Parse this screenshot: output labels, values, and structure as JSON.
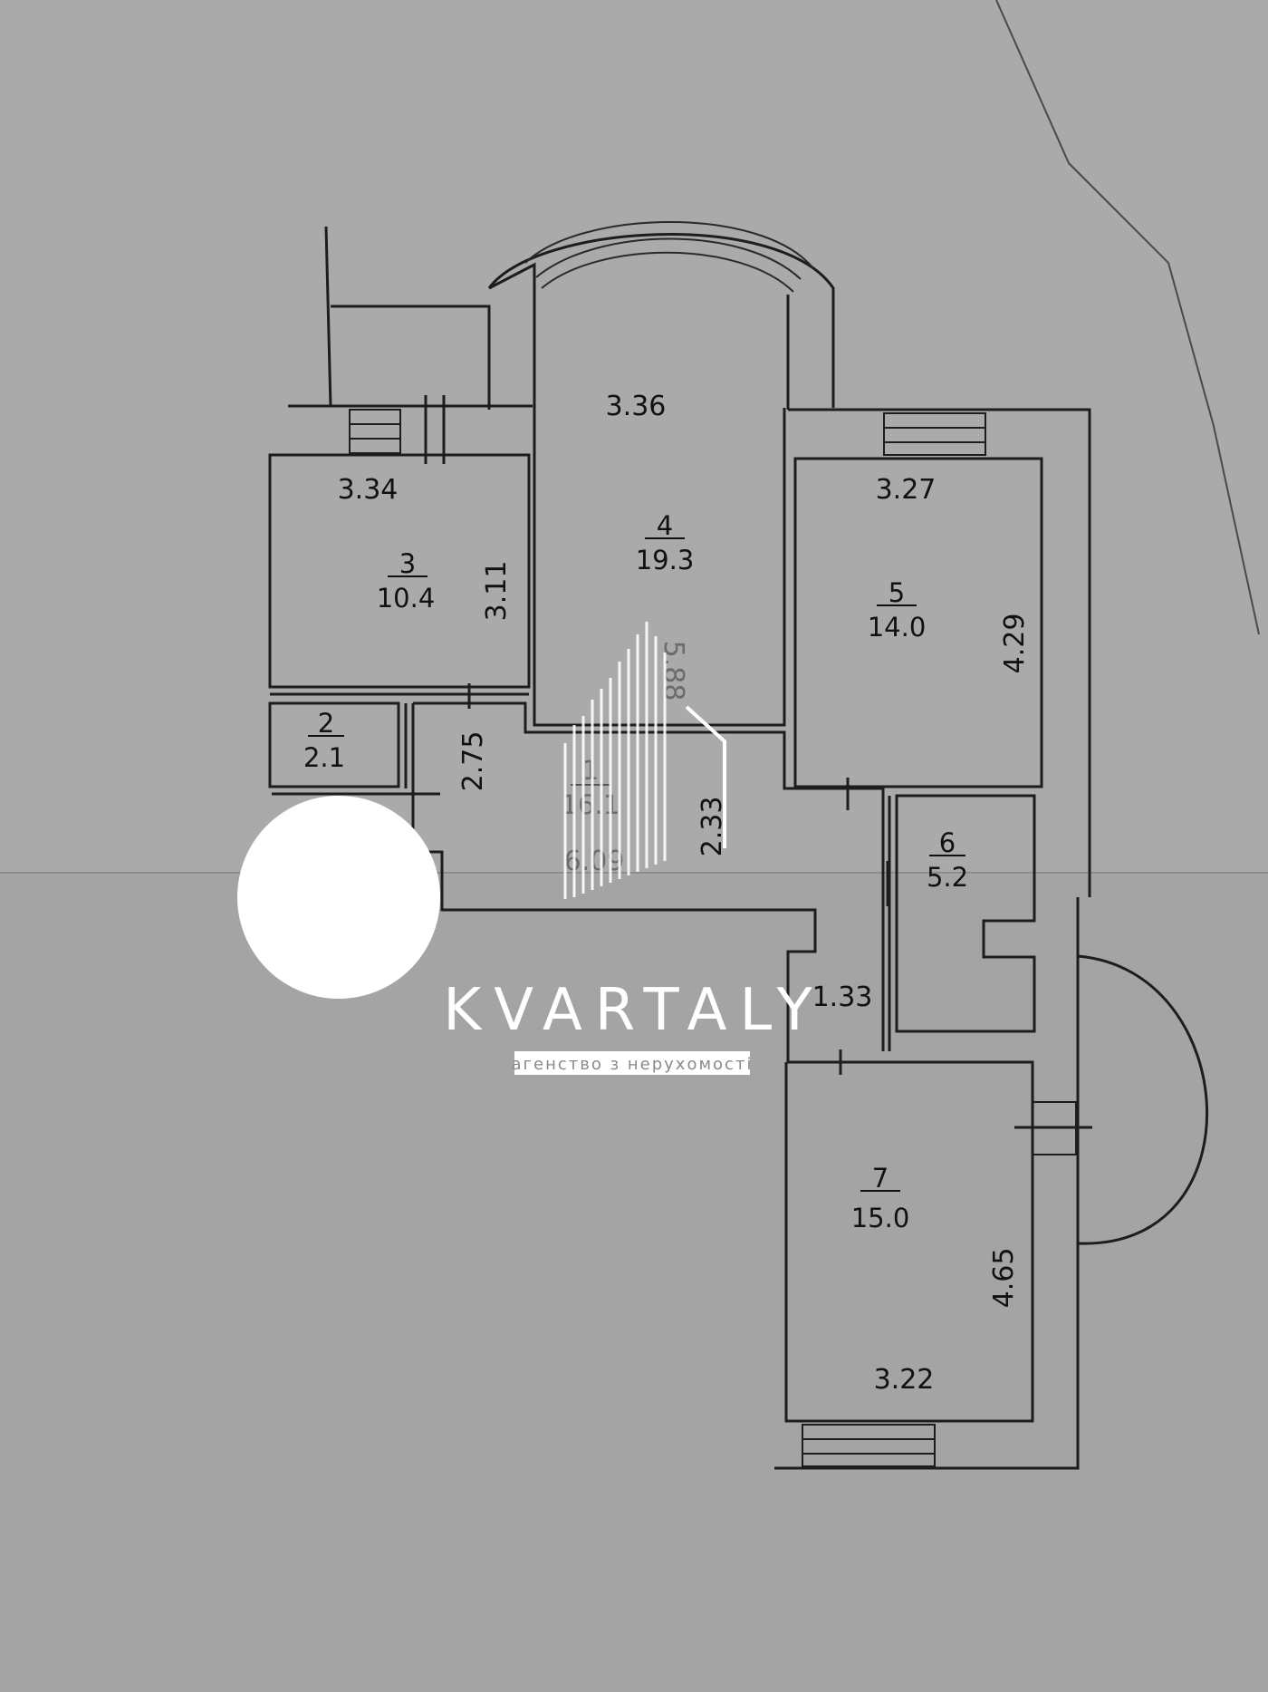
{
  "rooms": [
    {
      "number": "1",
      "area": "16.1"
    },
    {
      "number": "2",
      "area": "2.1"
    },
    {
      "number": "3",
      "area": "10.4"
    },
    {
      "number": "4",
      "area": "19.3"
    },
    {
      "number": "5",
      "area": "14.0"
    },
    {
      "number": "6",
      "area": "5.2"
    },
    {
      "number": "7",
      "area": "15.0"
    }
  ],
  "dimensions": {
    "room3_width": "3.34",
    "room3_depth": "3.11",
    "room4_width": "3.36",
    "room4_depth": "5.88",
    "room5_width": "3.27",
    "room5_depth": "4.29",
    "hall_depth_a": "2.75",
    "hall_depth_b": "2.33",
    "hall_length": "6.09",
    "corridor_width": "1.33",
    "room7_depth": "4.65",
    "room7_width": "3.22"
  },
  "watermark": {
    "brand": "KVARTALY",
    "tagline": "агенство з нерухомості"
  }
}
